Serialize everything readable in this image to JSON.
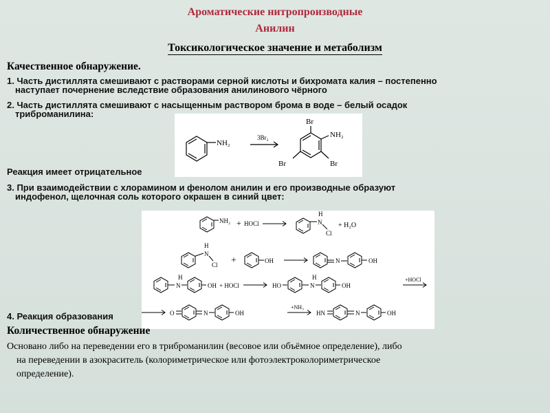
{
  "slide": {
    "title_line1": "Ароматические нитропроизводные",
    "title_line2": "Анилин",
    "section_title": "Токсикологическое значение и метаболизм",
    "qualitative_heading": "Качественное обнаружение.",
    "item1_line1": "1. Часть дистиллята смешивают с растворами серной кислоты и бихромата калия – постепенно",
    "item1_line2": "наступает почернение вследствие образования анилинового чёрного",
    "item2_line1": "2. Часть дистиллята смешивают с насыщенным раствором брома в воде – белый осадок",
    "item2_line2": "триброманилина:",
    "reaction_note": "Реакция имеет отрицательное",
    "item3_line1": "3. При взаимодействии с хлорамином и фенолом анилин и его производные образуют",
    "item3_line2": "индофенол, щелочная соль которого окрашен в синий цвет:",
    "item4": "4.  Реакция образования",
    "quantitative_heading": "Количественное обнаружение",
    "quant_line1": "Основано либо на переведении его в триброманилин (весовое или объёмное определение), либо",
    "quant_line2": "на переведении в азокраситель (колориметрическое или фотоэлектроколориметрическое",
    "quant_line3": "определение)."
  },
  "figure1": {
    "reactant_group": "NH₂",
    "reagent": "3Br₂",
    "product_group": "NH₂",
    "sub_top": "Br",
    "sub_left": "Br",
    "sub_right": "Br"
  },
  "figure2": {
    "row1": {
      "nh2": "NH₂",
      "plus": "+",
      "hocl": "HOCl",
      "h": "H",
      "n": "N",
      "cl": "Cl",
      "h2o": "+ H₂O"
    },
    "row2": {
      "h": "H",
      "n": "N",
      "cl": "Cl",
      "plus": "+",
      "oh": "OH",
      "n_prod": "N",
      "oh_prod": "OH"
    },
    "row3": {
      "h": "H",
      "n": "N",
      "oh": "OH",
      "plus_hocl": "+ HOCl",
      "ho": "HO",
      "h_prod": "H",
      "n_prod": "N",
      "oh_prod": "OH",
      "reagent": "+HOCl"
    },
    "row4": {
      "o": "O",
      "n": "N",
      "oh": "OH",
      "reagent": "+NH₃",
      "hn": "HN",
      "n_prod": "N",
      "oh_prod": "OH"
    }
  }
}
